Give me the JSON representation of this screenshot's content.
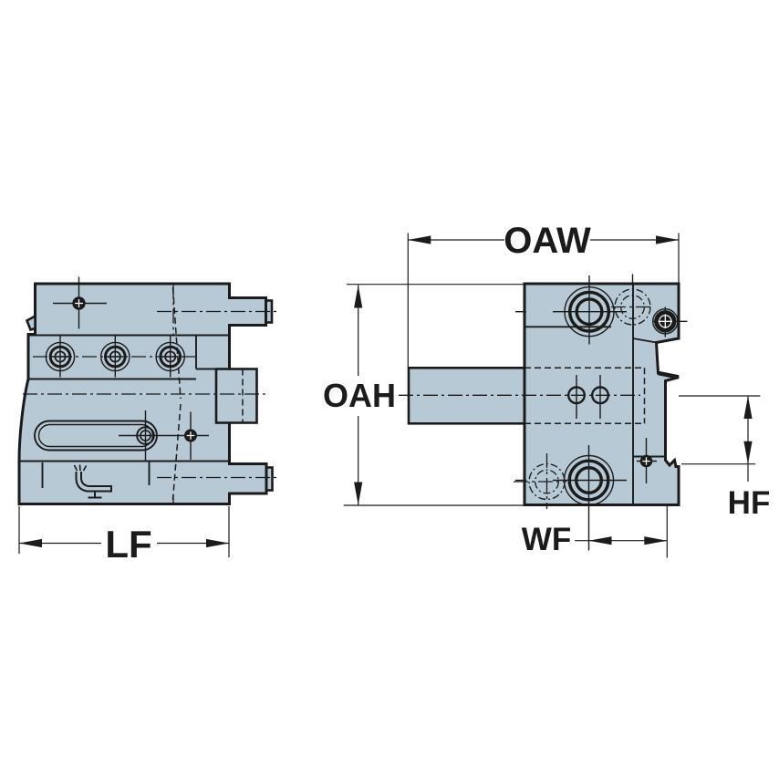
{
  "drawing": {
    "title": "tool-holder-dimensional-drawing",
    "dimensions": {
      "lf": {
        "label": "LF"
      },
      "oah": {
        "label": "OAH"
      },
      "oaw": {
        "label": "OAW"
      },
      "wf": {
        "label": "WF"
      },
      "hf": {
        "label": "HF"
      }
    },
    "icons": {
      "clamping_symbol": "clamp-position-icon"
    },
    "colors": {
      "body_fill": "#b7c9d5",
      "line": "#1b1b1b",
      "background": "#ffffff"
    }
  }
}
